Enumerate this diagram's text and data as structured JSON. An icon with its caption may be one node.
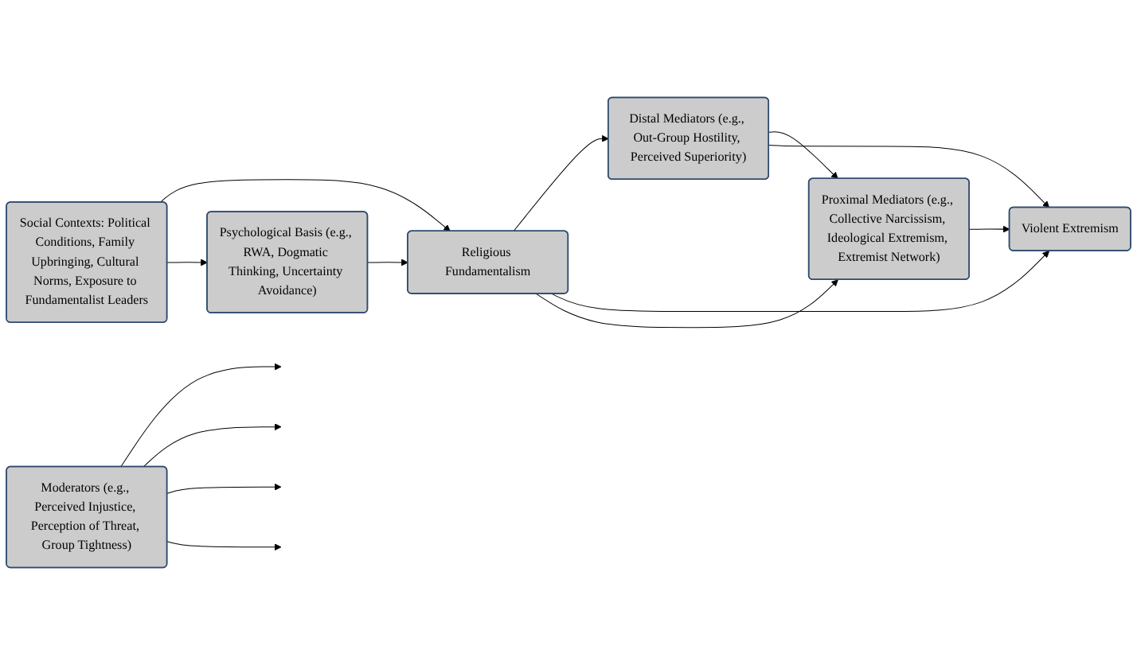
{
  "diagram": {
    "nodes": [
      {
        "text": [
          "Social Contexts: Political Conditions, Family Upbringing, Cultural Norms, Exposure to Fundamentalist Leaders"
        ]
      },
      {
        "text": [
          "Religious Fundamentalism"
        ]
      },
      {
        "text": [
          "Psychological Basis (e.g., RWA, Dogmatic Thinking, Uncertainty Avoidance)"
        ]
      },
      {
        "text": [
          "Distal Mediators (e.g., Out-Group Hostility, Perceived Superiority)"
        ]
      },
      {
        "text": [
          "Moderators (e.g., Perceived Injustice, Perception of Threat, Group Tightness)"
        ]
      },
      {
        "text": [
          "Proximal Mediators (e.g., Collective Narcissism, Ideological Extremism, Extremist Network)"
        ]
      },
      {
        "text": [
          "Violent Extremism"
        ]
      }
    ],
    "edges": [
      {
        "from": 0,
        "to": 1,
        "arrow": "to"
      },
      {
        "from": 0,
        "to": 2,
        "arrow": "to"
      },
      {
        "from": 2,
        "to": 1,
        "arrow": "to"
      },
      {
        "from": 1,
        "to": 3,
        "arrow": "to"
      },
      {
        "from": 1,
        "to": 6,
        "arrow": "to"
      },
      {
        "from": 1,
        "to": 5,
        "arrow": "to"
      },
      {
        "from": 3,
        "to": 5,
        "arrow": "to"
      },
      {
        "from": 3,
        "to": 6,
        "arrow": "to"
      },
      {
        "from": 5,
        "to": 6,
        "arrow": "to"
      },
      {
        "from": 4,
        "to": null,
        "arrow": "to"
      },
      {
        "from": 4,
        "to": null,
        "arrow": "to"
      },
      {
        "from": 4,
        "to": null,
        "arrow": "to"
      },
      {
        "from": 4,
        "to": null,
        "arrow": "to"
      }
    ]
  }
}
